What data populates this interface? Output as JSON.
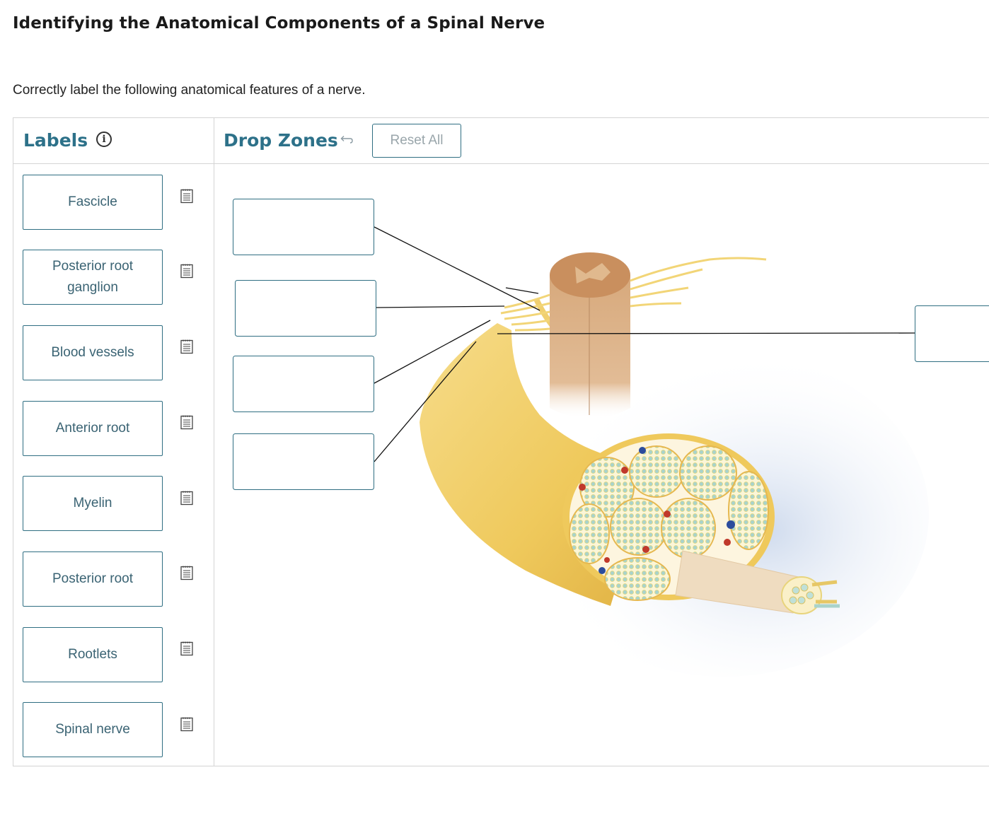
{
  "header": {
    "title": "Identifying the Anatomical Components of a Spinal Nerve",
    "instructions": "Correctly label the following anatomical features of a nerve."
  },
  "labels_panel": {
    "heading": "Labels",
    "info_icon": "info-icon",
    "items": [
      {
        "label": "Fascicle"
      },
      {
        "label": "Posterior root ganglion"
      },
      {
        "label": "Blood vessels"
      },
      {
        "label": "Anterior root"
      },
      {
        "label": "Myelin"
      },
      {
        "label": "Posterior root"
      },
      {
        "label": "Rootlets"
      },
      {
        "label": "Spinal nerve"
      }
    ],
    "item_icon": "notes-icon"
  },
  "drop_panel": {
    "heading": "Drop Zones",
    "undo_icon": "undo-icon",
    "reset_label": "Reset All",
    "zone_count": 5
  },
  "colors": {
    "accent": "#2d7189",
    "border": "#2f6e82",
    "nerve": "#f2cf6e",
    "cord": "#d7a97c",
    "artery": "#c0392b",
    "vein": "#2c4c9c"
  }
}
